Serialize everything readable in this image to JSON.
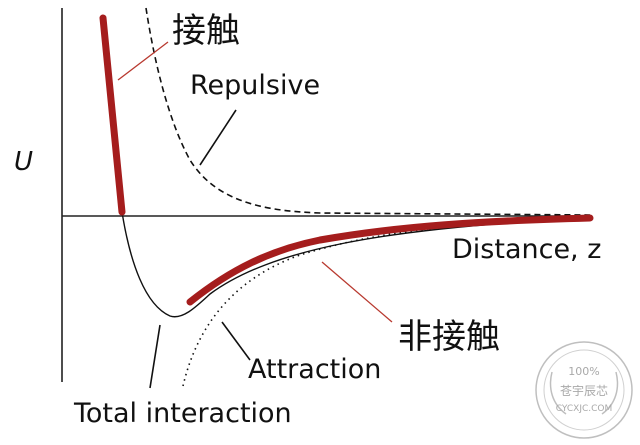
{
  "diagram": {
    "y_axis_label": "U",
    "x_axis_label": "Distance, z",
    "labels": {
      "contact": "接触",
      "non_contact": "非接触",
      "repulsive": "Repulsive",
      "attraction": "Attraction",
      "total": "Total interaction"
    },
    "colors": {
      "highlight": "#a51d1d",
      "curve": "#111111",
      "axis": "#222222",
      "pointer_red": "#b8392f"
    },
    "curve_styles": {
      "repulsive": "dashed",
      "attraction": "dotted",
      "total": "solid"
    }
  },
  "watermark": {
    "percent": "100%",
    "name": "苍宇辰芯",
    "url": "CYCXJC.COM"
  }
}
